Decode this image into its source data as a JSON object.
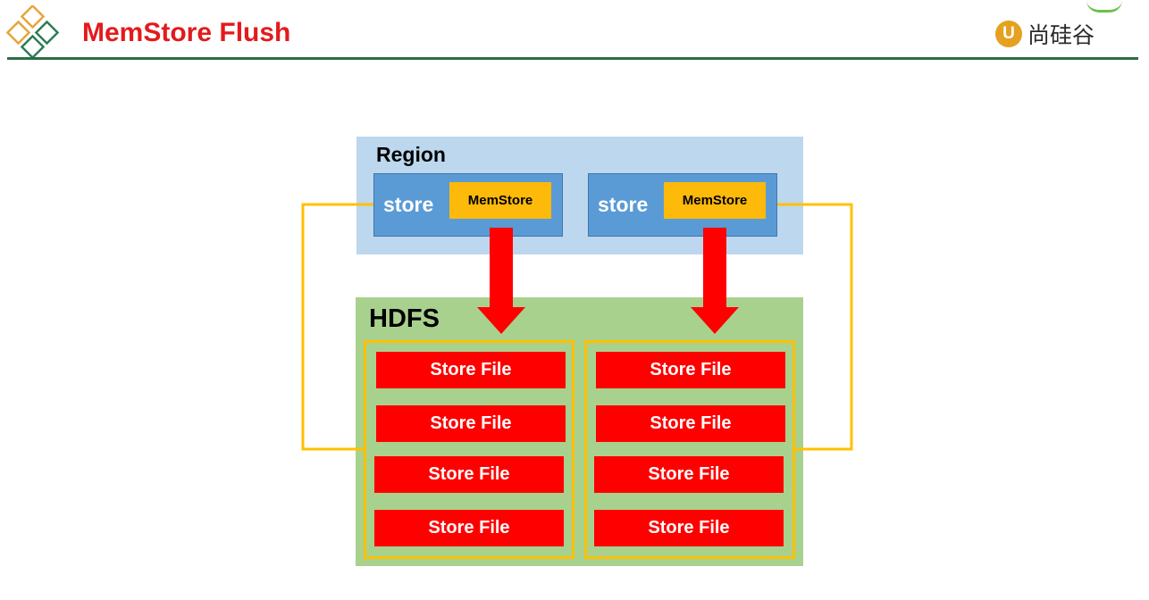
{
  "header": {
    "title": "MemStore Flush",
    "brand_glyph": "U",
    "brand_text": "尚硅谷",
    "logo_icon": "diamond-lattice-icon",
    "colors": {
      "title": "#e31a1c",
      "rule": "#2e6b47",
      "brand_badge": "#e5a11f"
    }
  },
  "diagram": {
    "region": {
      "label": "Region",
      "stores": [
        {
          "label": "store",
          "memstore": "MemStore"
        },
        {
          "label": "store",
          "memstore": "MemStore"
        }
      ]
    },
    "hdfs": {
      "label": "HDFS",
      "groups": [
        {
          "files": [
            "Store File",
            "Store File",
            "Store File",
            "Store File"
          ]
        },
        {
          "files": [
            "Store File",
            "Store File",
            "Store File",
            "Store File"
          ]
        }
      ]
    },
    "edges": [
      {
        "from": "memstore-1",
        "to": "file-group-1",
        "type": "flush-arrow"
      },
      {
        "from": "memstore-2",
        "to": "file-group-2",
        "type": "flush-arrow"
      },
      {
        "from": "store-1",
        "to": "file-group-1",
        "type": "connector"
      },
      {
        "from": "store-2",
        "to": "file-group-2",
        "type": "connector"
      }
    ],
    "colors": {
      "region_bg": "#bcd7ee",
      "store_bg": "#5b9bd5",
      "memstore_bg": "#fdba0b",
      "hdfs_bg": "#a9d18e",
      "file_bg": "#ff0000",
      "arrow": "#ff0000",
      "connector": "#ffc000"
    }
  }
}
